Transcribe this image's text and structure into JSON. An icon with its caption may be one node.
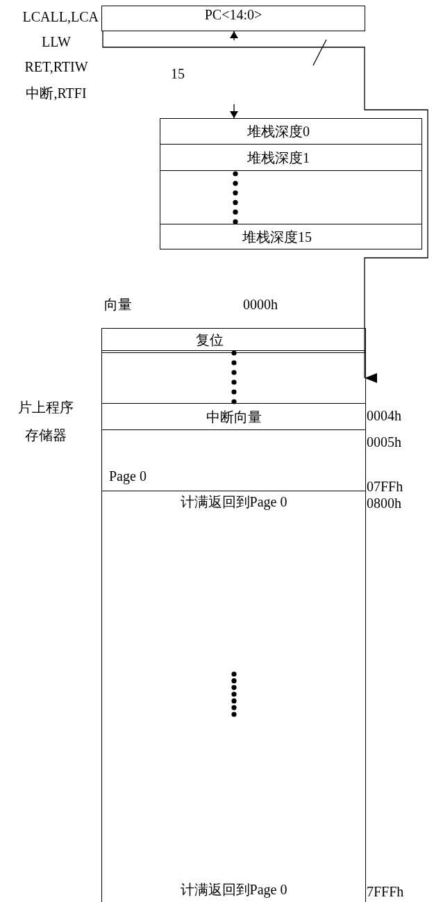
{
  "diagram": {
    "nodes": [
      {
        "text": [
          "PC<14:0>"
        ]
      },
      {
        "text": [
          "堆栈深度0"
        ]
      },
      {
        "text": [
          "堆栈深度1"
        ]
      },
      {
        "text": [],
        "shape": "box"
      },
      {
        "text": [
          "堆栈深度15"
        ]
      },
      {
        "text": [],
        "shape": "box"
      },
      {
        "text": [
          "复位"
        ],
        "in": 5
      },
      {
        "text": [],
        "shape": "box",
        "in": 5
      },
      {
        "text": [
          "中断向量"
        ],
        "in": 5
      },
      {
        "text": [
          "Page 0"
        ],
        "in": 5
      },
      {
        "text": [
          "计满返回到Page 0",
          "计满返回到Page 0"
        ],
        "in": 5
      }
    ],
    "edges": [
      {
        "from": 0,
        "to": 7,
        "arrow": "to"
      },
      {
        "from": null,
        "to": 0,
        "arrow": "to"
      },
      {
        "from": null,
        "to": 1,
        "arrow": "to"
      }
    ],
    "labels": [
      "LCALL,LCA",
      "LLW",
      "RET,RTIW",
      "15",
      "中断,RTFI",
      "向量",
      "0000h",
      "0004h",
      "0005h",
      "片上程序存储器",
      "07FFh",
      "0800h",
      "7FFFh"
    ]
  }
}
